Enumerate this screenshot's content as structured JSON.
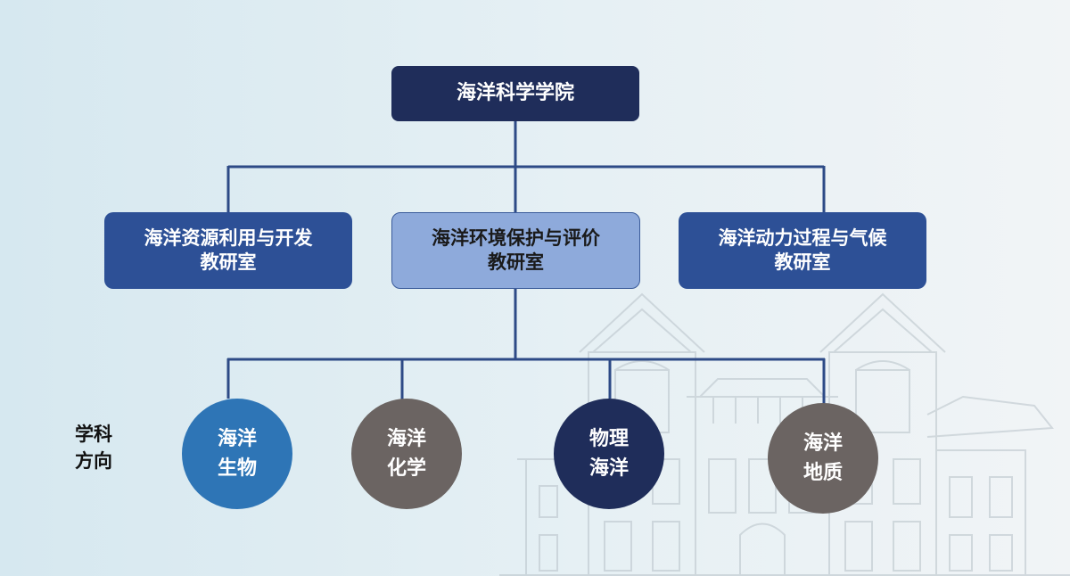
{
  "root": {
    "label": "海洋科学学院"
  },
  "departments": [
    {
      "line1": "海洋资源利用与开发",
      "line2": "教研室"
    },
    {
      "line1": "海洋环境保护与评价",
      "line2": "教研室"
    },
    {
      "line1": "海洋动力过程与气候",
      "line2": "教研室"
    }
  ],
  "side_label": {
    "line1": "学科",
    "line2": "方向"
  },
  "directions": [
    {
      "line1": "海洋",
      "line2": "生物"
    },
    {
      "line1": "海洋",
      "line2": "化学"
    },
    {
      "line1": "物理",
      "line2": "海洋"
    },
    {
      "line1": "海洋",
      "line2": "地质"
    }
  ],
  "colors": {
    "root": "#1f2d5a",
    "department": "#2d5096",
    "department_highlight": "#8eaadb",
    "connector": "#2d4a86",
    "circle_blue": "#2e75b6",
    "circle_gray": "#6b6462",
    "circle_navy": "#1f2d5a"
  }
}
